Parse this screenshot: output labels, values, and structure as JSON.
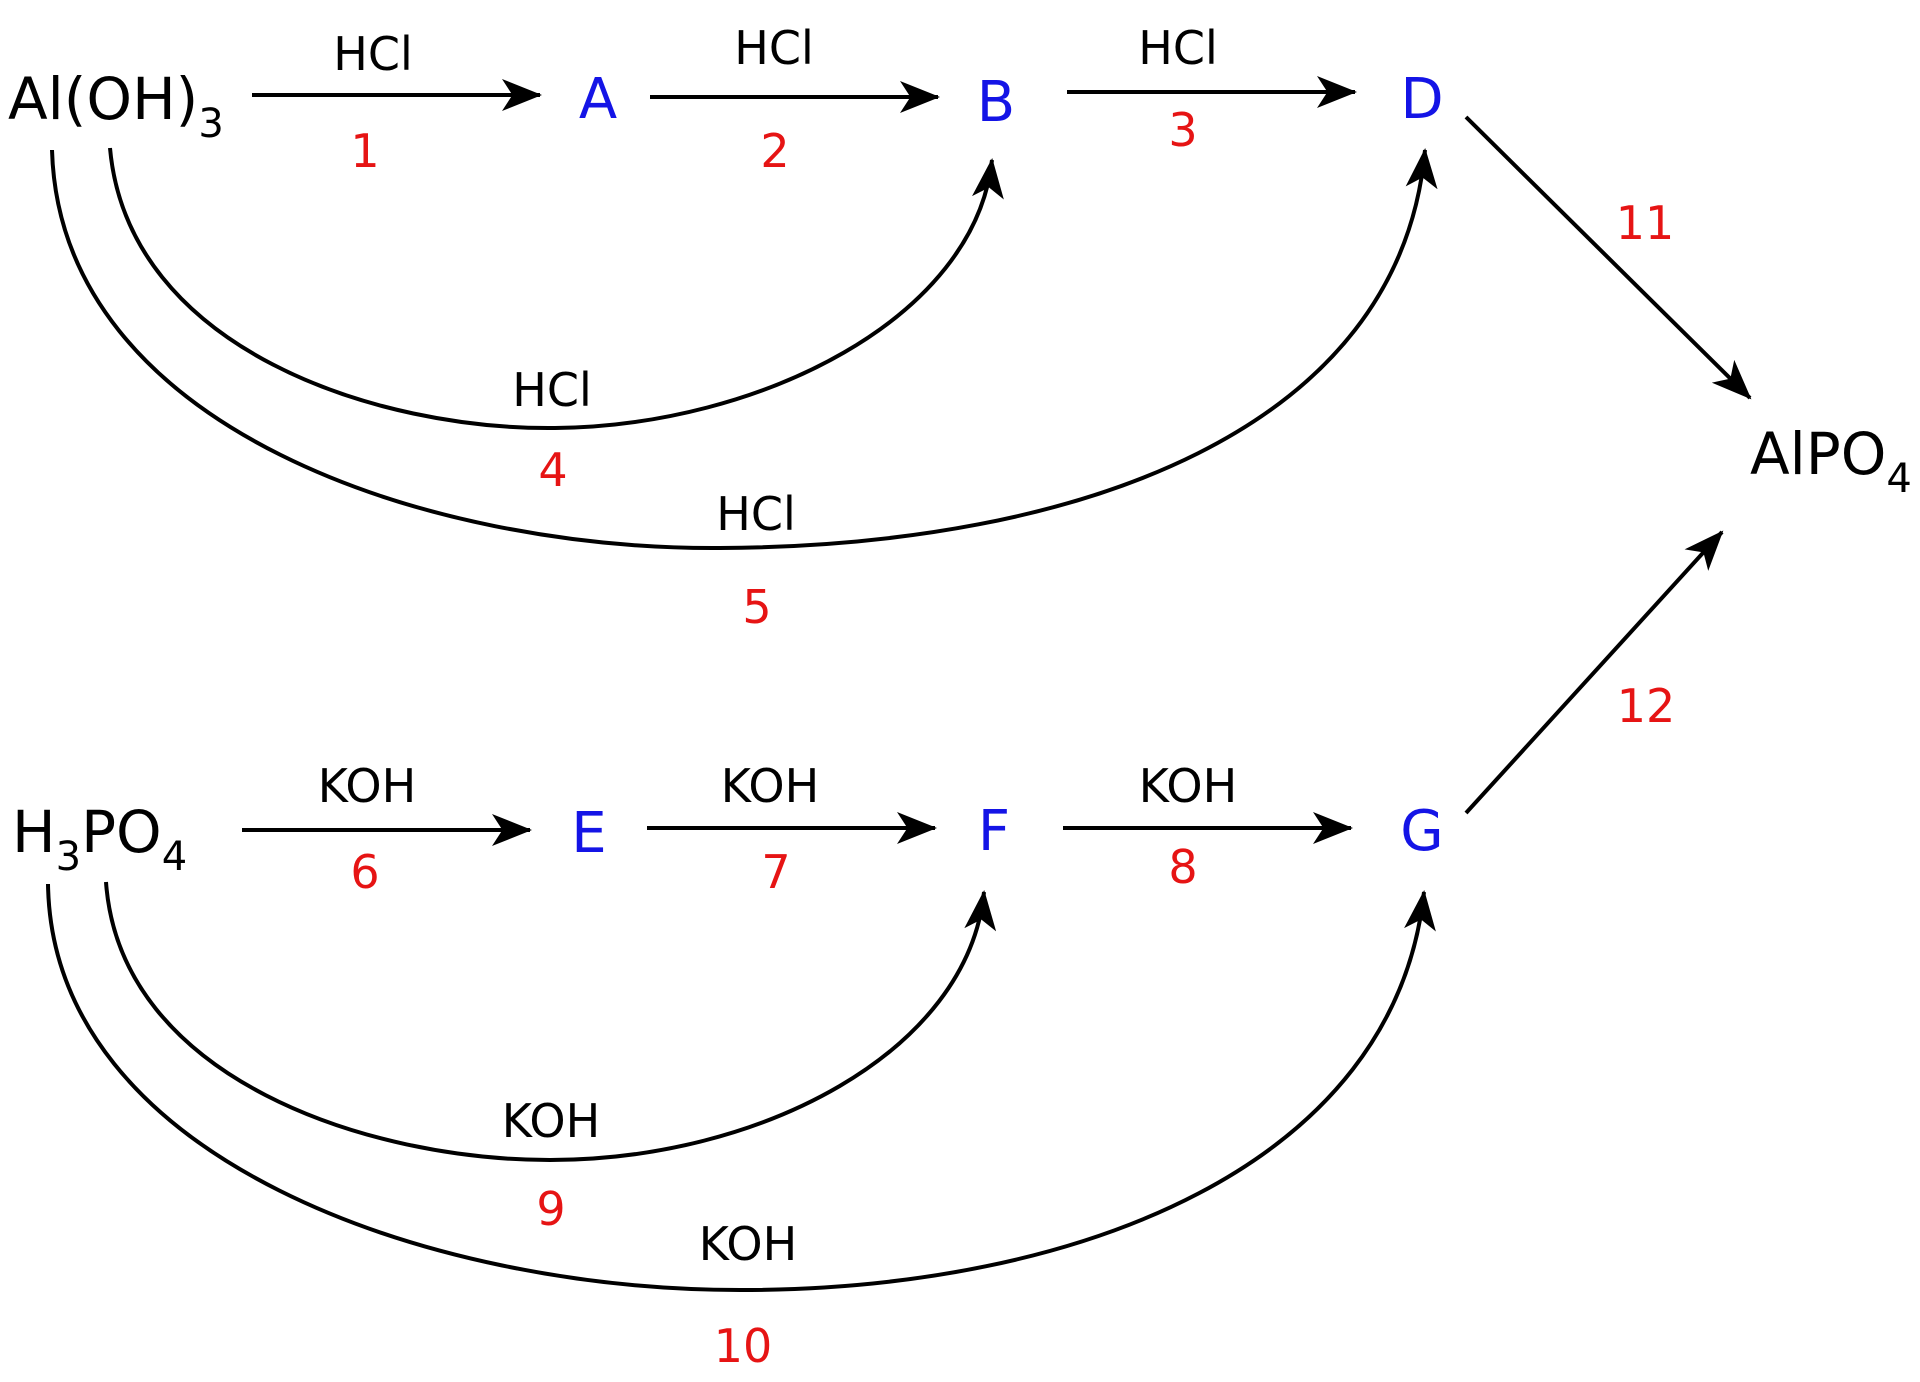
{
  "colors": {
    "line": "#000000",
    "species": "#000000",
    "unknown": "#1414e6",
    "step_number": "#e61414"
  },
  "species": {
    "aloh3": {
      "base": "Al(OH)",
      "sub": "3"
    },
    "h3po4": {
      "p1": "H",
      "sub1": "3",
      "p2": "PO",
      "sub2": "4"
    },
    "alpo4": {
      "base": "AlPO",
      "sub": "4"
    }
  },
  "unknowns": {
    "A": "A",
    "B": "B",
    "D": "D",
    "E": "E",
    "F": "F",
    "G": "G"
  },
  "reagents": {
    "hcl": "HCl",
    "koh": "KOH"
  },
  "steps": {
    "s1": "1",
    "s2": "2",
    "s3": "3",
    "s4": "4",
    "s5": "5",
    "s6": "6",
    "s7": "7",
    "s8": "8",
    "s9": "9",
    "s10": "10",
    "s11": "11",
    "s12": "12"
  }
}
